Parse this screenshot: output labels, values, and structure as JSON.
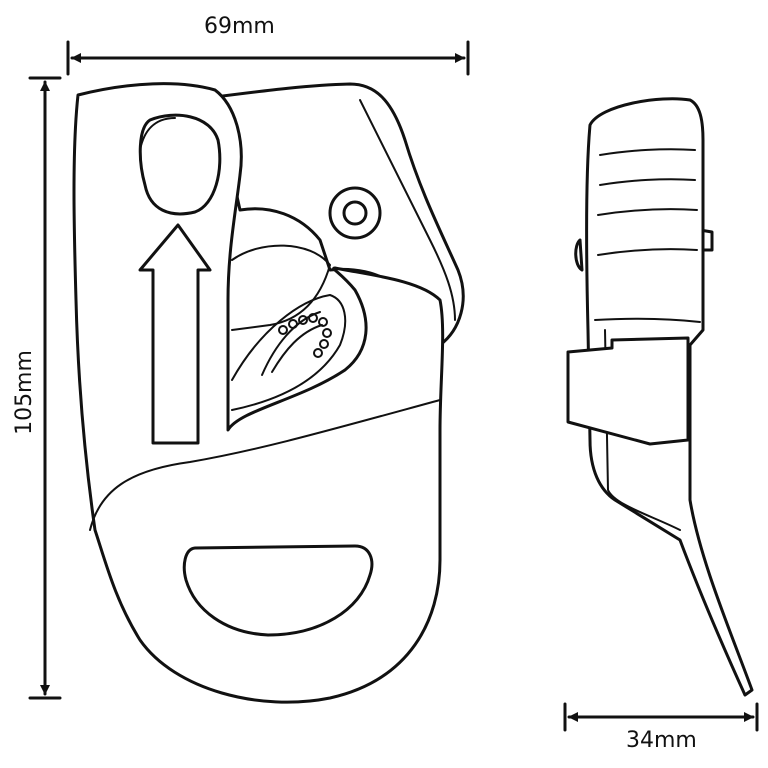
{
  "dimensions": {
    "width_front": "69mm",
    "height_front": "105mm",
    "width_side": "34mm"
  }
}
